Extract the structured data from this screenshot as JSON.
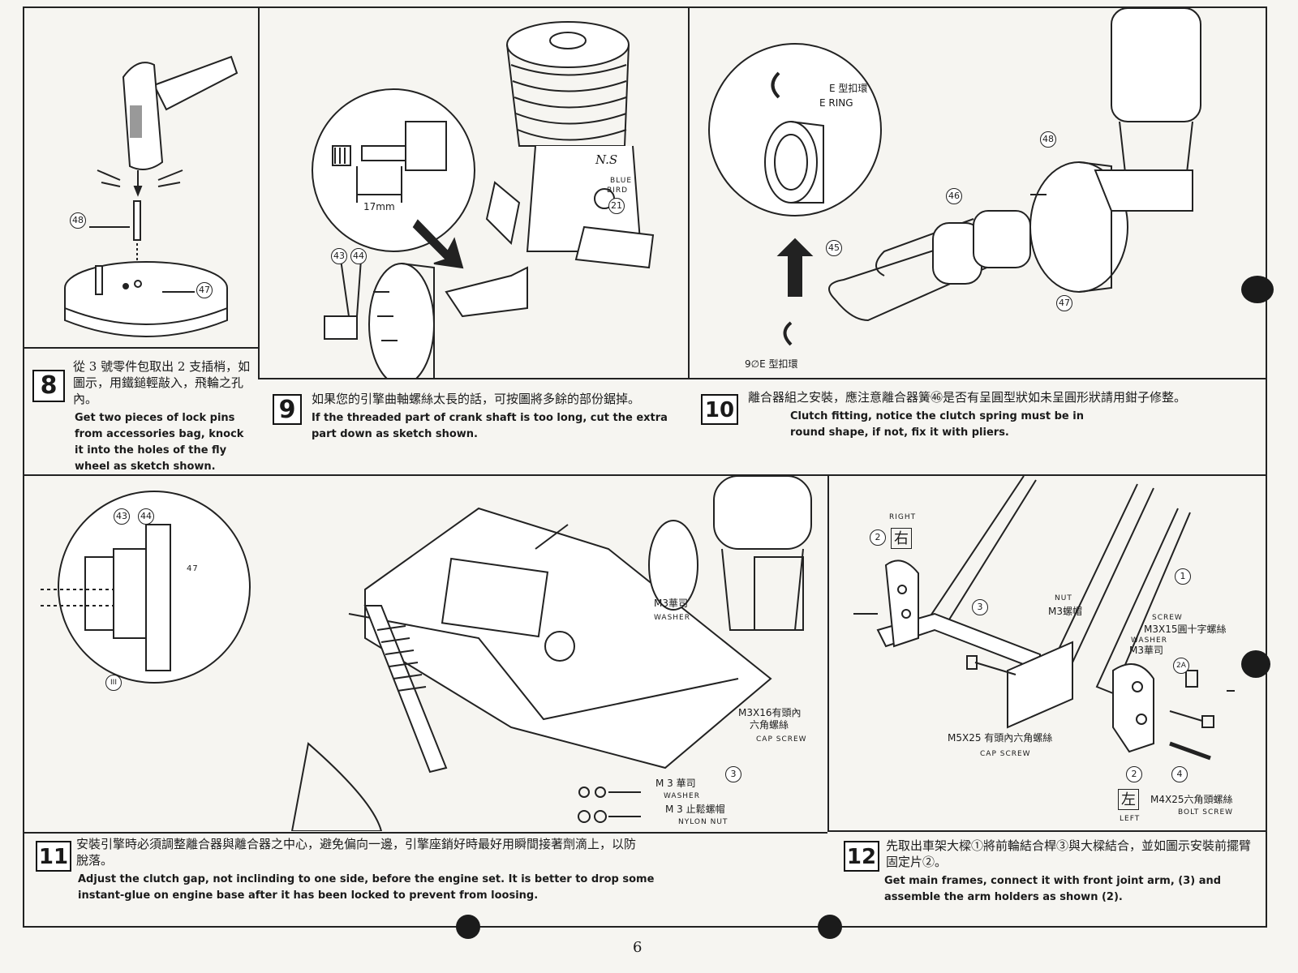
{
  "page_number": "6",
  "steps": [
    {
      "number": "8",
      "zh": "從 3 號零件包取出 2 支插梢，如 圖示，用鐵鎚輕敲入，飛輪之孔內。",
      "en": "Get two pieces of lock pins from accessories bag, knock it into the holes of the fly wheel as sketch shown.",
      "callouts": [
        "48",
        "47"
      ]
    },
    {
      "number": "9",
      "zh": "如果您的引擎曲軸螺絲太長的話，可按圖將多餘的部份鋸掉。",
      "en": "If the threaded part of crank shaft is too long, cut the extra part down as sketch shown.",
      "callouts": [
        "43",
        "44"
      ],
      "dimension": "17mm",
      "engine_labels": [
        "N.S",
        "BLUE",
        "BIRD",
        "21"
      ]
    },
    {
      "number": "10",
      "zh": "離合器組之安裝，應注意離合器簧㊻是否有呈圓型狀如未呈圓形狀請用鉗子修整。",
      "en": "Clutch fitting, notice the clutch spring must be in round shape, if not, fix it with pliers.",
      "callouts": [
        "48",
        "46",
        "45",
        "47"
      ],
      "labels": {
        "ering_zh": "E 型扣環",
        "ering_en": "E RING",
        "ering9_zh": "9∅E 型扣環"
      }
    },
    {
      "number": "11",
      "zh": "安裝引擎時必須調整離合器與離合器之中心，避免偏向一邊，引擎座銷好時最好用瞬間接著劑滴上，以防脫落。",
      "en": "Adjust the clutch gap, not inclinding to one side, before the engine set. It is better to drop some instant-glue on engine base after it has been locked to prevent from loosing.",
      "callouts": [
        "43",
        "44",
        "47",
        "III",
        "3"
      ],
      "labels": {
        "washer_zh": "M3華司",
        "washer_en": "WASHER",
        "capscrew_zh1": "M3X16有頭內",
        "capscrew_zh2": "六角螺絲",
        "capscrew_en": "CAP SCREW",
        "washer2_zh": "M 3 華司",
        "washer2_en": "WASHER",
        "nylon_zh": "M 3 止鬆螺帽",
        "nylon_en": "NYLON NUT"
      }
    },
    {
      "number": "12",
      "zh": "先取出車架大樑①將前輪結合桿③與大樑結合，並如圖示安裝前擺臂固定片②。",
      "en": "Get main frames, connect it with front joint arm, (3) and assemble the arm holders as shown (2).",
      "callouts": [
        "2",
        "3",
        "1",
        "2A",
        "2",
        "4"
      ],
      "labels": {
        "right_en": "RIGHT",
        "right_zh": "右",
        "left_en": "LEFT",
        "left_zh": "左",
        "nut_en": "NUT",
        "nut_zh": "M3螺帽",
        "screw_en": "SCREW",
        "screw_zh": "M3X15圓十字螺絲",
        "washer_en": "WASHER",
        "washer_zh": "M3華司",
        "capscrew_zh": "M5X25 有頭內六角螺絲",
        "capscrew_en": "CAP SCREW",
        "bolt_zh": "M4X25六角頭螺絲",
        "bolt_en": "BOLT SCREW"
      }
    }
  ]
}
